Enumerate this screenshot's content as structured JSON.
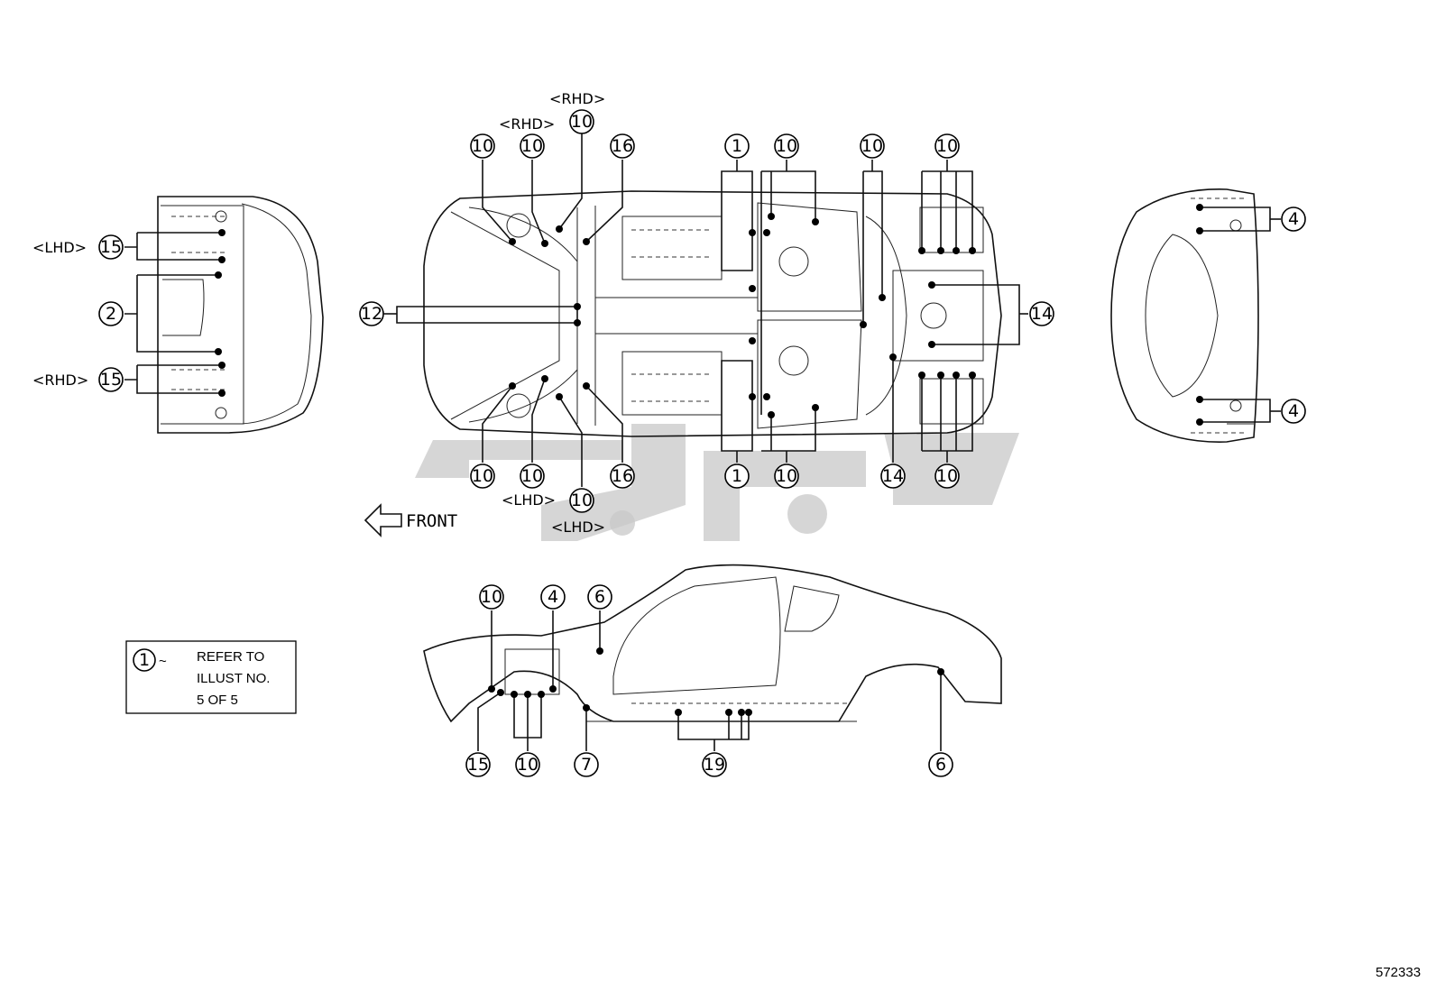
{
  "drawing_code": "572333",
  "direction_label": "FRONT",
  "legend": {
    "symbol": "1",
    "suffix": "~",
    "lines": [
      "REFER TO",
      "ILLUST NO.",
      "5 OF 5"
    ]
  },
  "variant_tags": {
    "lhd": "<LHD>",
    "rhd": "<RHD>"
  },
  "callouts": {
    "front_view": [
      "15",
      "2",
      "15"
    ],
    "top_view_upper": [
      "10",
      "10",
      "10",
      "16",
      "1",
      "10",
      "10",
      "10"
    ],
    "top_view_lower": [
      "10",
      "10",
      "10",
      "16",
      "1",
      "10",
      "14",
      "10"
    ],
    "top_view_sides": [
      "12",
      "14"
    ],
    "rear_view": [
      "4",
      "4"
    ],
    "side_view_upper": [
      "10",
      "4",
      "6"
    ],
    "side_view_lower": [
      "15",
      "10",
      "7",
      "19",
      "6"
    ]
  }
}
